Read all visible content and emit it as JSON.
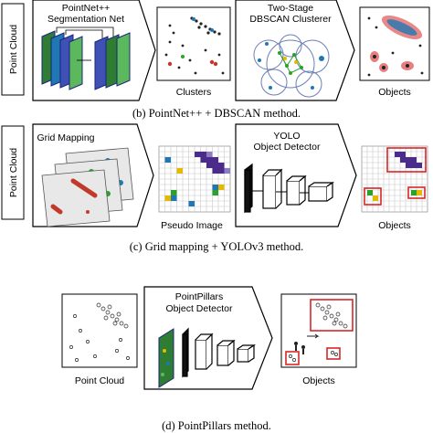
{
  "row_b": {
    "side_label": "Point Cloud",
    "net_title_1": "PointNet++",
    "net_title_2": "Segmentation Net",
    "clusters_label": "Clusters",
    "dbscan_title_1": "Two-Stage",
    "dbscan_title_2": "DBSCAN Clusterer",
    "objects_label": "Objects",
    "caption": "(b) PointNet++ + DBSCAN method."
  },
  "row_c": {
    "side_label": "Point Cloud",
    "grid_title": "Grid Mapping",
    "pseudo_label": "Pseudo Image",
    "yolo_title_1": "YOLO",
    "yolo_title_2": "Object Detector",
    "objects_label": "Objects",
    "caption": "(c) Grid mapping + YOLOv3 method."
  },
  "row_d": {
    "pc_label": "Point Cloud",
    "pp_title_1": "PointPillars",
    "pp_title_2": "Object Detector",
    "objects_label": "Objects",
    "caption": "(d) PointPillars method."
  },
  "colors": {
    "arrow_stroke": "#000000",
    "detection_box": "#d62728",
    "purple_heat": "#4b2c8a",
    "yolo_box_green": "#2ca02c",
    "dbscan_circle": "#6b7fb8",
    "cluster_red": "#c0392b"
  }
}
